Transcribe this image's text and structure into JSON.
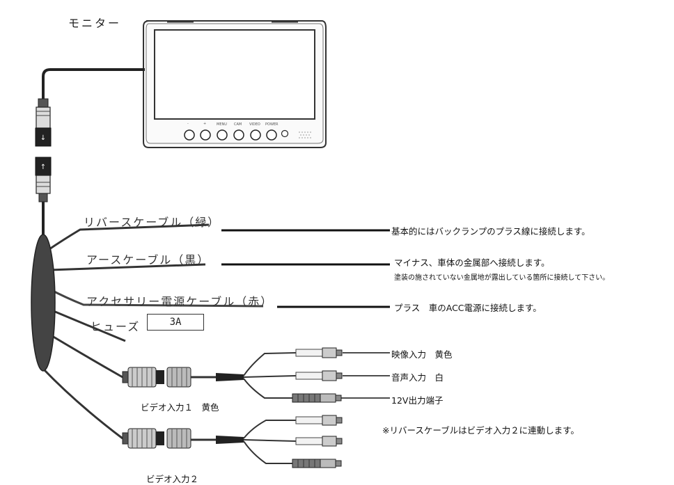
{
  "monitor": {
    "title": "モニター",
    "buttons": [
      "-",
      "+",
      "MENU",
      "CAM",
      "VIDEO",
      "POWER"
    ]
  },
  "cables": {
    "reverse": "リバースケーブル（緑）",
    "earth": "アースケーブル（黒）",
    "acc": "アクセサリー電源ケーブル（赤）",
    "fuse_label": "ヒューズ",
    "fuse_value": "3A"
  },
  "descriptions": {
    "reverse": "基本的にはバックランプのプラス線に接続します。",
    "earth": "マイナス、車体の金属部へ接続します。",
    "earth_note": "塗装の施されていない金属地が露出している箇所に接続して下さい。",
    "acc": "プラス　車のACC電源に接続します。"
  },
  "video_inputs": {
    "input1": "ビデオ入力１　黄色",
    "input2": "ビデオ入力２",
    "video_in": "映像入力　黄色",
    "audio_in": "音声入力　白",
    "power_out": "12V出力端子",
    "note": "※リバースケーブルはビデオ入力２に連動します。"
  }
}
